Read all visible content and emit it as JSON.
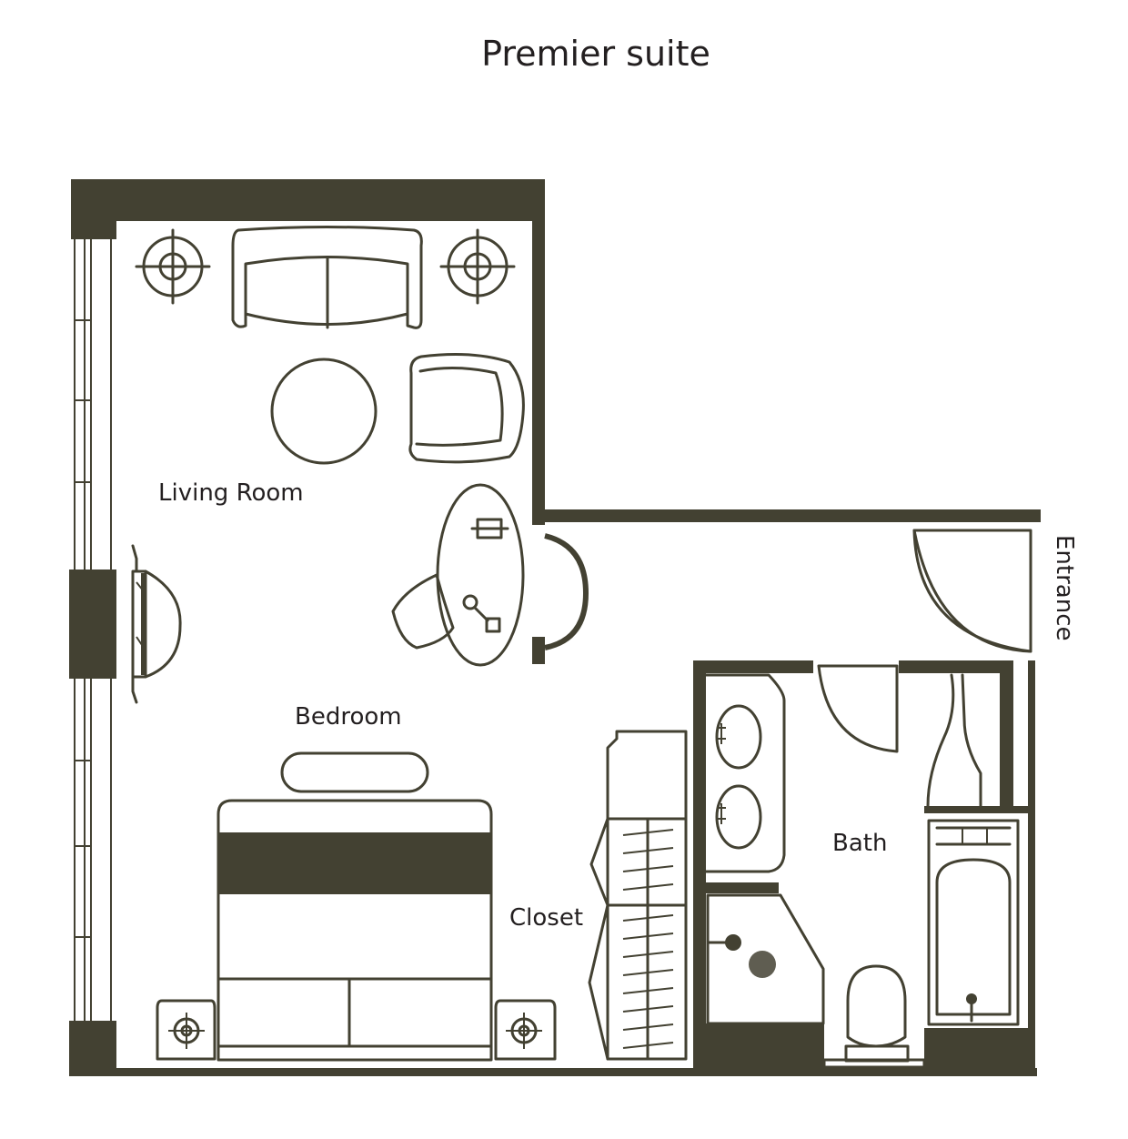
{
  "title": "Premier suite",
  "rooms": {
    "living_room": "Living Room",
    "bedroom": "Bedroom",
    "closet": "Closet",
    "bath": "Bath",
    "entrance": "Entrance"
  },
  "colors": {
    "wall": "#434132",
    "text": "#231f20",
    "background": "#ffffff"
  }
}
